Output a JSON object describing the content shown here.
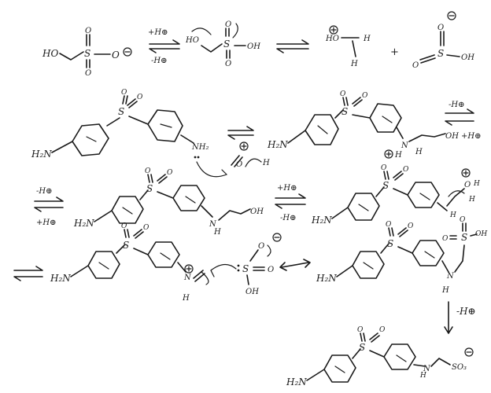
{
  "row1": {
    "reactant": {
      "ho": "HO",
      "s": "S",
      "o": "O"
    },
    "cond_top": "+H⊕",
    "cond_bot": "-H⊕",
    "protonated": {
      "ho": "HO",
      "s": "S",
      "oh": "OH",
      "o": "O"
    },
    "formaldehyde": {
      "ho": "HO",
      "h": "H"
    },
    "plus": "+",
    "sulfite": {
      "s": "S",
      "o": "O",
      "oh": "OH"
    }
  },
  "row2": {
    "aniline": {
      "h2n": "H₂N",
      "s": "S",
      "o1": "O",
      "o2": "O",
      "nh2": "NH₂"
    },
    "carbonyl": {
      "o": "O",
      "h": "H"
    },
    "product": {
      "h2n": "H₂N",
      "s": "S",
      "o": "O",
      "h": "H",
      "n": "N",
      "oh": "OH"
    },
    "side_top": "-H⊕",
    "side_bot": "+H⊕"
  },
  "row3": {
    "left_top": "-H⊕",
    "left_bot": "+H⊕",
    "aminal": {
      "h2n": "H₂N",
      "s": "S",
      "o": "O",
      "n": "N",
      "h": "H",
      "oh": "OH"
    },
    "mid_top": "+H⊕",
    "mid_bot": "-H⊕",
    "oxonium": {
      "h2n": "H₂N",
      "s": "S",
      "o": "O",
      "h": "H"
    }
  },
  "row4": {
    "iminium": {
      "h2n": "H₂N",
      "s": "S",
      "o": "O",
      "n": "N",
      "h": "H"
    },
    "bisulfite": {
      "s": "S",
      "o": "O",
      "oh": "OH"
    },
    "adduct": {
      "h2n": "H₂N",
      "s": "S",
      "o": "O",
      "n": "N",
      "h": "H",
      "oh": "OH"
    }
  },
  "deprot": "-H⊕",
  "final": {
    "h2n": "H₂N",
    "s": "S",
    "o": "O",
    "n": "N",
    "h": "H",
    "so3": "SO₃"
  }
}
